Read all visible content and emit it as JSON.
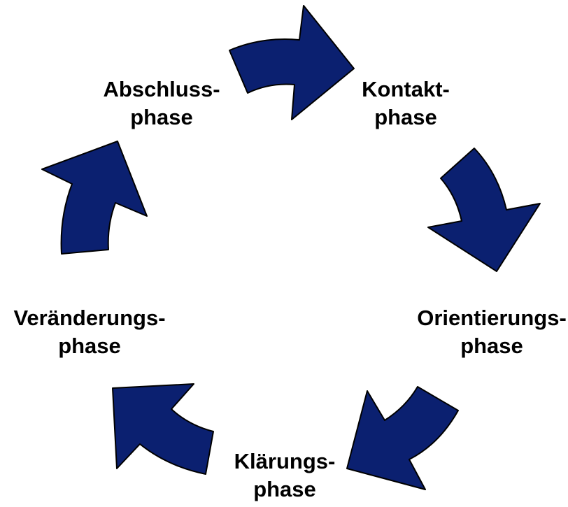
{
  "colors": {
    "arrow_fill": "#0b2070",
    "arrow_stroke": "#000000"
  },
  "phases": [
    {
      "line1": "Kontakt-",
      "line2": "phase"
    },
    {
      "line1": "Orientierungs-",
      "line2": "phase"
    },
    {
      "line1": "Klärungs-",
      "line2": "phase"
    },
    {
      "line1": "Veränderungs-",
      "line2": "phase"
    },
    {
      "line1": "Abschluss-",
      "line2": "phase"
    }
  ]
}
